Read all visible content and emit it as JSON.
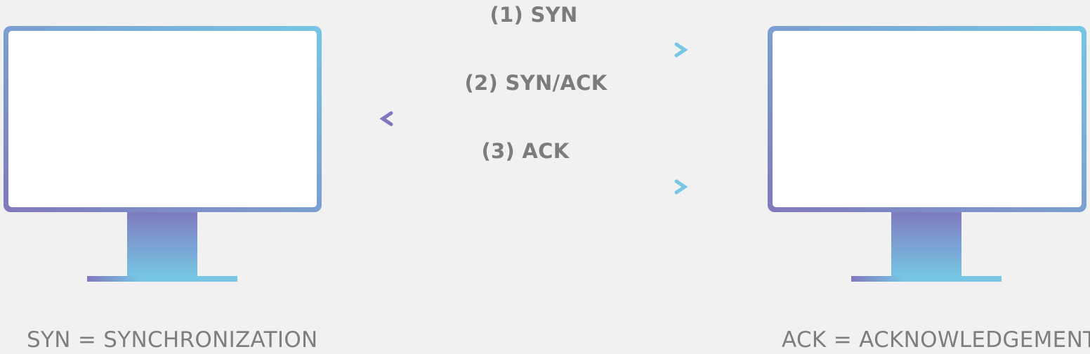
{
  "handshake": {
    "steps": [
      {
        "label": "(1) SYN",
        "direction": "right"
      },
      {
        "label": "(2) SYN/ACK",
        "direction": "left"
      },
      {
        "label": "(3) ACK",
        "direction": "right"
      }
    ]
  },
  "legend": {
    "left": "SYN = SYNCHRONIZATION",
    "right": "ACK = ACKNOWLEDGEMENT"
  },
  "colors": {
    "background": "#f1f1f1",
    "gradient_start": "#8078bd",
    "gradient_end": "#76c6e4",
    "text": "#7c7c7c",
    "screen": "#ffffff"
  },
  "icons": [
    "computer-monitor-icon",
    "computer-monitor-icon"
  ]
}
